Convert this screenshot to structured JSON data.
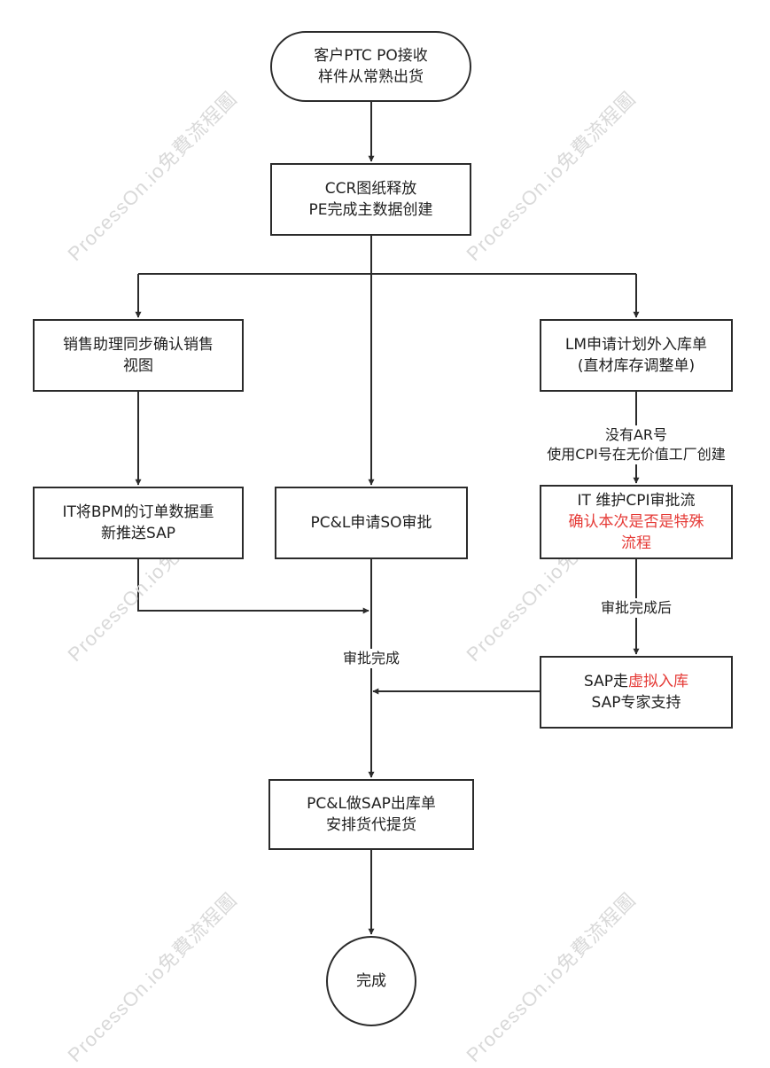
{
  "watermark": "ProcessOn.io免費流程圖",
  "colors": {
    "line": "#2b2b2b",
    "highlight": "#e53935"
  },
  "nodes": {
    "start": {
      "line1": "客户PTC PO接收",
      "line2": "样件从常熟出货"
    },
    "ccr": {
      "line1": "CCR图纸释放",
      "line2": "PE完成主数据创建"
    },
    "sales_assist": {
      "line1": "销售助理同步确认销售",
      "line2": "视图"
    },
    "lm_request": {
      "line1": "LM申请计划外入库单",
      "line2": "(直材库存调整单)"
    },
    "it_bpm": {
      "line1": "IT将BPM的订单数据重",
      "line2": "新推送SAP"
    },
    "pcl_so": {
      "line1": "PC&L申请SO审批"
    },
    "it_cpi": {
      "line1": "IT 维护CPI审批流",
      "line2": "确认本次是否是特殊",
      "line3": "流程"
    },
    "sap_virtual": {
      "prefix": "SAP走",
      "highlight": "虚拟入库",
      "line2": "SAP专家支持"
    },
    "pcl_outbound": {
      "line1": "PC&L做SAP出库单",
      "line2": "安排货代提货"
    },
    "end": {
      "label": "完成"
    }
  },
  "edge_labels": {
    "no_ar": {
      "line1": "没有AR号",
      "line2": "使用CPI号在无价值工厂创建"
    },
    "after_approval": "审批完成后",
    "approval_done": "审批完成"
  }
}
